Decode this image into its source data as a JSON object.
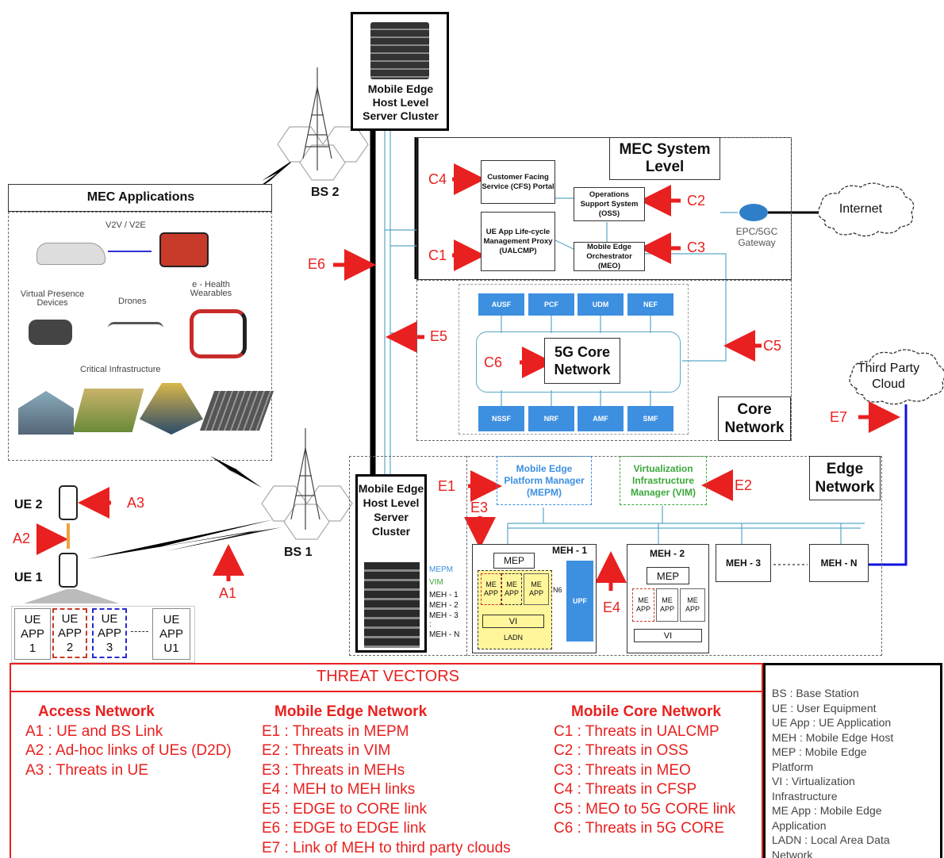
{
  "top_cluster": {
    "label": "Mobile Edge Host Level Server Cluster"
  },
  "bs2": {
    "label": "BS 2"
  },
  "bs1": {
    "label": "BS 1"
  },
  "mec_apps": {
    "title": "MEC Applications",
    "v2v": "V2V / V2E",
    "vpd": "Virtual Presence Devices",
    "drones": "Drones",
    "ehealth": "e - Health Wearables",
    "critical": "Critical Infrastructure"
  },
  "mec_system": {
    "title": "MEC System Level",
    "cfs": "Customer Facing Service (CFS) Portal",
    "ualcmp": "UE App Life-cycle Management Proxy (UALCMP)",
    "oss": "Operations Support System (OSS)",
    "meo": "Mobile Edge Orchestrator (MEO)"
  },
  "gateway": {
    "label": "EPC/5GC Gateway"
  },
  "internet": {
    "label": "Internet"
  },
  "third_party": {
    "label": "Third Party Cloud"
  },
  "core": {
    "title": "Core Network",
    "nf_top": [
      "AUSF",
      "PCF",
      "UDM",
      "NEF"
    ],
    "nf_bottom": [
      "NSSF",
      "NRF",
      "AMF",
      "SMF"
    ],
    "center": "5G Core Network"
  },
  "edge": {
    "title": "Edge Network",
    "mepm": "Mobile Edge Platform Manager (MEPM)",
    "vim": "Virtualization Infrastructure Manager (VIM)",
    "cluster": "Mobile Edge Host Level Server Cluster",
    "rack_labels": [
      "MEPM",
      "VIM",
      "MEH - 1",
      "MEH - 2",
      "MEH - 3",
      ":",
      "MEH - N"
    ],
    "meh1": {
      "title": "MEH - 1",
      "mep": "MEP",
      "apps": [
        "ME APP",
        "ME APP",
        "ME APP"
      ],
      "vi": "VI",
      "ladn": "LADN",
      "n6": "N6",
      "upf": "UPF"
    },
    "meh2": {
      "title": "MEH - 2",
      "mep": "MEP",
      "apps": [
        "ME APP",
        "ME APP",
        "ME APP"
      ],
      "vi": "VI"
    },
    "meh3": {
      "title": "MEH - 3"
    },
    "mehn": {
      "title": "MEH - N"
    }
  },
  "ue": {
    "ue2": "UE 2",
    "ue1": "UE 1",
    "apps": [
      {
        "l1": "UE",
        "l2": "APP",
        "l3": "1"
      },
      {
        "l1": "UE",
        "l2": "APP",
        "l3": "2"
      },
      {
        "l1": "UE",
        "l2": "APP",
        "l3": "3"
      },
      {
        "l1": "UE",
        "l2": "APP",
        "l3": "U1"
      }
    ]
  },
  "arrow_labels": {
    "A1": "A1",
    "A2": "A2",
    "A3": "A3",
    "C1": "C1",
    "C2": "C2",
    "C3": "C3",
    "C4": "C4",
    "C5": "C5",
    "C6": "C6",
    "E1": "E1",
    "E2": "E2",
    "E3": "E3",
    "E4": "E4",
    "E5": "E5",
    "E6": "E6",
    "E7": "E7"
  },
  "threats": {
    "title": "THREAT VECTORS",
    "access": {
      "head": "Access Network",
      "items": [
        "A1 : UE and BS Link",
        "A2 : Ad-hoc links of UEs (D2D)",
        "A3 : Threats in UE"
      ]
    },
    "edge": {
      "head": "Mobile Edge Network",
      "items": [
        "E1 : Threats in MEPM",
        "E2 : Threats in VIM",
        "E3 : Threats in MEHs",
        "E4 : MEH to MEH links",
        "E5 : EDGE to CORE link",
        "E6 : EDGE to EDGE link",
        "E7 : Link of MEH to third party clouds"
      ]
    },
    "core": {
      "head": "Mobile Core Network",
      "items": [
        "C1 : Threats in UALCMP",
        "C2 : Threats in OSS",
        "C3 : Threats in MEO",
        "C4 : Threats in CFSP",
        "C5 : MEO to 5G CORE link",
        "C6 : Threats in 5G CORE"
      ]
    }
  },
  "legend": [
    "BS        : Base Station",
    "UE        : User Equipment",
    "UE App : UE Application",
    "MEH     : Mobile Edge Host",
    "MEP     : Mobile Edge",
    "Platform",
    "VI            : Virtualization",
    "Infrastructure",
    "ME App  : Mobile Edge",
    "Application",
    "LADN    : Local Area Data",
    "Network"
  ],
  "colors": {
    "threat_red": "#e8201f",
    "nf_blue": "#3d8fe0",
    "link_blue": "#1010e0",
    "mepm_blue": "#3d8fe0",
    "vim_green": "#3aa83a",
    "ladn_yellow": "#fff59a"
  }
}
